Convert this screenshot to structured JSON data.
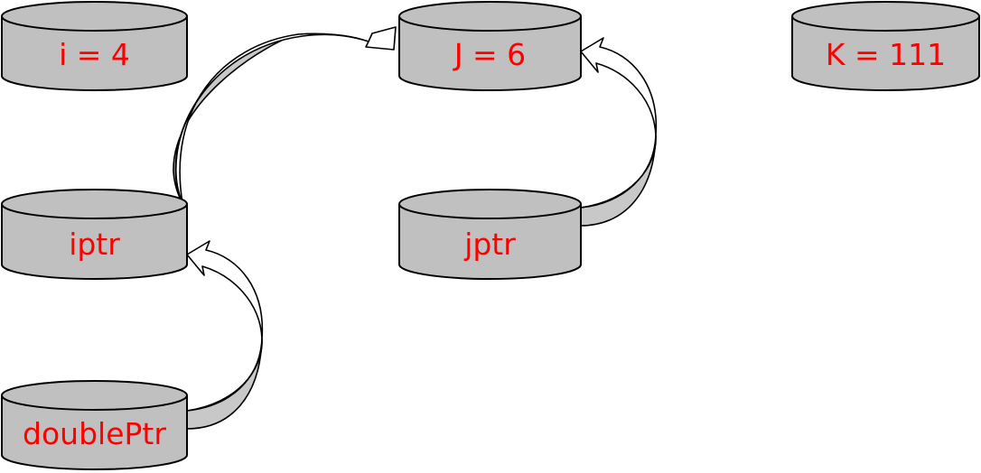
{
  "diagram": {
    "colors": {
      "node_fill": "#c0c0c0",
      "node_stroke": "#000000",
      "label_text": "#ff0000",
      "arrow_fill": "#ffffff",
      "arrow_shade": "#c8c8c8"
    },
    "nodes": {
      "i": {
        "label": "i = 4"
      },
      "j": {
        "label": "J = 6"
      },
      "k": {
        "label": "K = 111"
      },
      "iptr": {
        "label": "iptr"
      },
      "jptr": {
        "label": "jptr"
      },
      "doubleptr": {
        "label": "doublePtr"
      }
    },
    "edges": [
      {
        "from": "iptr",
        "to": "j"
      },
      {
        "from": "jptr",
        "to": "j"
      },
      {
        "from": "doubleptr",
        "to": "iptr"
      }
    ]
  }
}
